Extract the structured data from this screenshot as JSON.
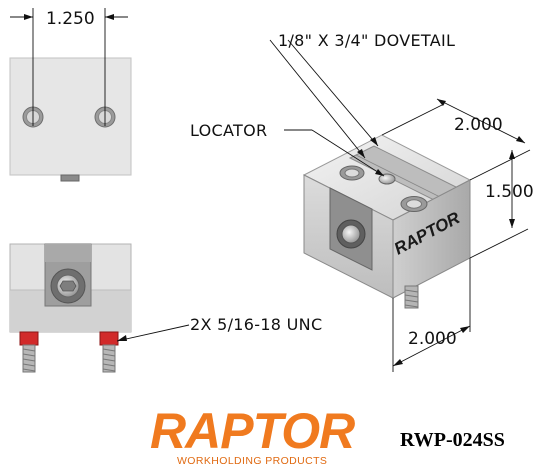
{
  "dimensions": {
    "hole_spacing": "1.250",
    "width": "2.000",
    "height": "1.500",
    "depth": "2.000"
  },
  "callouts": {
    "dovetail": "1/8\" X 3/4\" DOVETAIL",
    "locator": "LOCATOR",
    "threads": "2X 5/16-18 UNC"
  },
  "branding": {
    "logo_text": "RAPTOR",
    "logo_tagline": "WORKHOLDING PRODUCTS",
    "block_mark": "RAPTOR",
    "part_number": "RWP-024SS"
  },
  "colors": {
    "logo_orange": "#f07a1f",
    "steel_light": "#e9e9e9",
    "steel_mid": "#c9c9c9",
    "steel_dark": "#8d8d8d",
    "thread_red": "#d12a2a"
  }
}
